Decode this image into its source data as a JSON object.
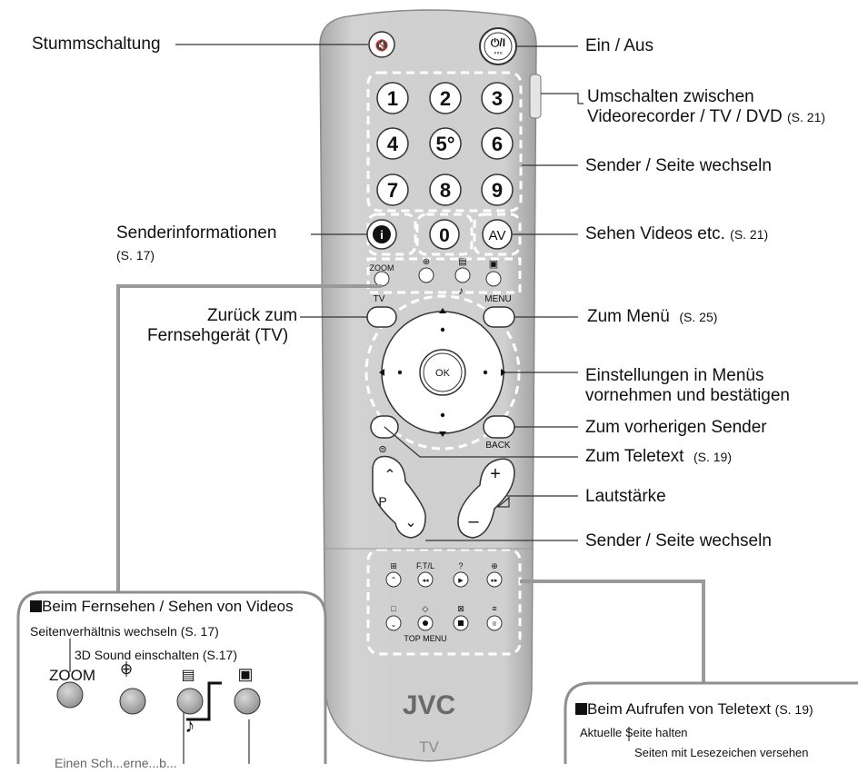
{
  "remote": {
    "number_keys": [
      "1",
      "2",
      "3",
      "4",
      "5°",
      "6",
      "7",
      "8",
      "9"
    ],
    "zero_key": "0",
    "av_key": "AV",
    "zoom_label": "ZOOM",
    "tv_label": "TV",
    "menu_label": "MENU",
    "ok_label": "OK",
    "back_label": "BACK",
    "p_label": "P",
    "plus_label": "+",
    "minus_label": "–",
    "ft_label": "F.T/L",
    "top_menu_label": "TOP MENU",
    "brand": "JVC",
    "model": "TV"
  },
  "callouts": {
    "mute": "Stummschaltung",
    "power": "Ein / Aus",
    "switch_line1": "Umschalten zwischen",
    "switch_line2": "Videorecorder / TV / DVD",
    "switch_ref": "(S. 21)",
    "channel_page": "Sender / Seite wechseln",
    "channel_info": "Senderinformationen",
    "channel_info_ref": "(S. 17)",
    "watch_videos": "Sehen Videos etc.",
    "watch_videos_ref": "(S. 21)",
    "back_tv_line1": "Zurück zum",
    "back_tv_line2": "Fernsehgerät (TV)",
    "menu": "Zum Menü",
    "menu_ref": "(S. 25)",
    "settings_line1": "Einstellungen in Menüs",
    "settings_line2": "vornehmen und bestätigen",
    "prev_channel": "Zum vorherigen Sender",
    "teletext": "Zum Teletext",
    "teletext_ref": "(S. 19)",
    "volume": "Lautstärke",
    "channel_page_2": "Sender / Seite wechseln"
  },
  "left_box": {
    "title": "Beim Fernsehen / Sehen von Videos",
    "aspect": "Seitenverhältnis wechseln (S. 17)",
    "sound3d": "3D Sound einschalten (S.17)",
    "zoom": "ZOOM",
    "cut_text": "Einen Sch...erne...b..."
  },
  "right_box": {
    "title": "Beim Aufrufen von Teletext",
    "title_ref": "(S. 19)",
    "hold": "Aktuelle Seite halten",
    "bookmark": "Seiten mit Lesezeichen versehen"
  },
  "colors": {
    "remote_body": "#c9c9c9",
    "remote_edge": "#8a8a8a",
    "button_fill": "#ffffff",
    "callout_line": "#333333",
    "box_border": "#8f8f8f"
  }
}
